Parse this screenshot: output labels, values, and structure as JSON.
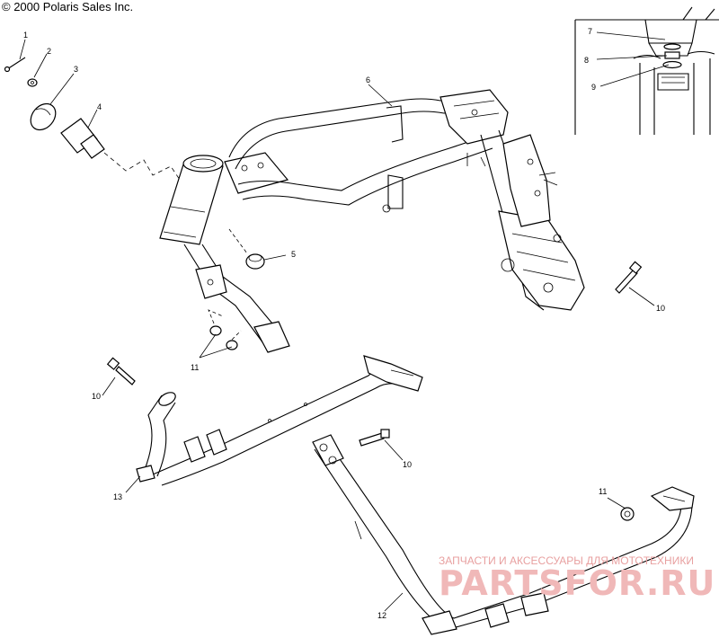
{
  "copyright": "© 2000 Polaris Sales Inc.",
  "callouts": [
    {
      "id": "c1",
      "text": "1"
    },
    {
      "id": "c2",
      "text": "2"
    },
    {
      "id": "c3",
      "text": "3"
    },
    {
      "id": "c4",
      "text": "4"
    },
    {
      "id": "c5",
      "text": "5"
    },
    {
      "id": "c6",
      "text": "6"
    },
    {
      "id": "c7",
      "text": "7"
    },
    {
      "id": "c8",
      "text": "8"
    },
    {
      "id": "c9",
      "text": "9"
    },
    {
      "id": "c10a",
      "text": "10"
    },
    {
      "id": "c10b",
      "text": "10"
    },
    {
      "id": "c10c",
      "text": "10"
    },
    {
      "id": "c11a",
      "text": "11"
    },
    {
      "id": "c11b",
      "text": "11"
    },
    {
      "id": "c12",
      "text": "12"
    },
    {
      "id": "c13",
      "text": "13"
    }
  ],
  "watermark": {
    "tagline": "ЗАПЧАСТИ И АКСЕССУАРЫ ДЛЯ МОТОТЕХНИКИ",
    "brand": "PARTSFOR.RU"
  }
}
